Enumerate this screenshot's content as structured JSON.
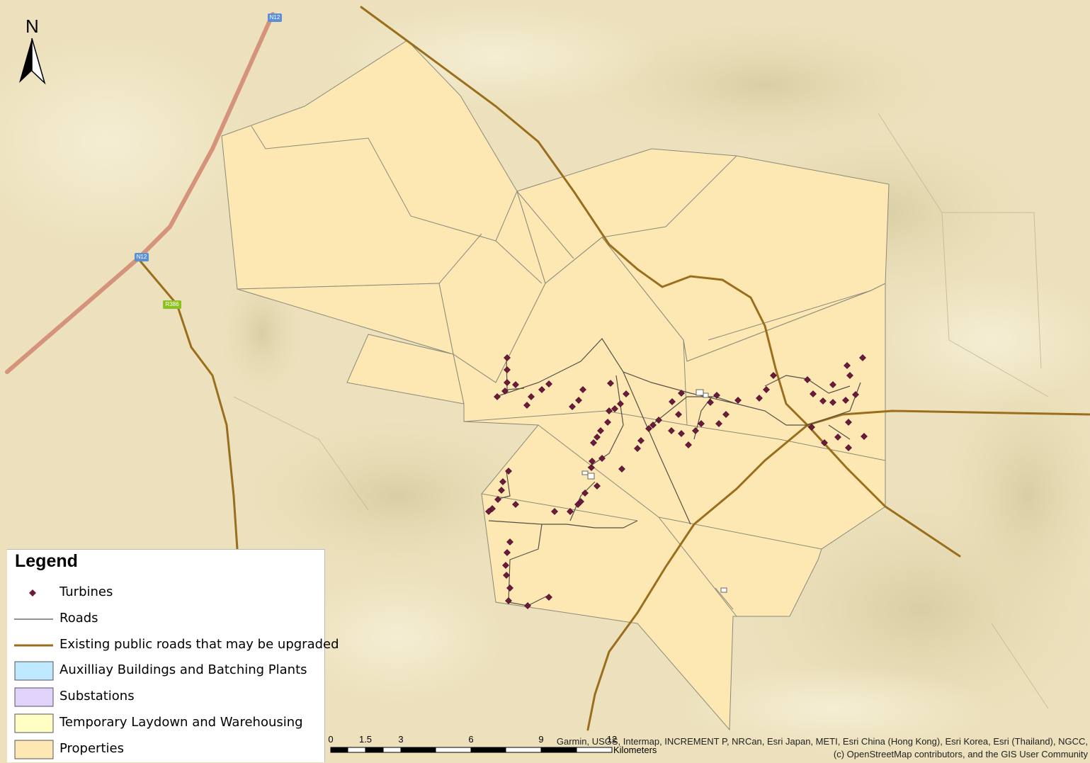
{
  "map": {
    "north_label": "N",
    "colors": {
      "basemap": "#ece1bc",
      "property_fill": "#fde8b4",
      "property_stroke": "#8a8a7a",
      "road": "#555046",
      "public_road": "#9a6e1c",
      "national_road": "#d4937a",
      "turbine": "#6e1a3c",
      "shield_blue": "#5b8fd6",
      "shield_green": "#8cc21f"
    },
    "road_shields": [
      {
        "label": "N12"
      },
      {
        "label": "N12"
      },
      {
        "label": "R386"
      }
    ]
  },
  "legend": {
    "title": "Legend",
    "items": [
      {
        "label": "Turbines",
        "symbol": "diamond-point",
        "color": "#6e1a3c"
      },
      {
        "label": "Roads",
        "symbol": "line",
        "color": "#555046"
      },
      {
        "label": "Existing public roads that may be upgraded",
        "symbol": "line",
        "color": "#9a6e1c"
      },
      {
        "label": "Auxilliay Buildings and Batching Plants",
        "symbol": "box",
        "color": "#bee8ff"
      },
      {
        "label": "Substations",
        "symbol": "box",
        "color": "#e1d3fa"
      },
      {
        "label": "Temporary Laydown and Warehousing",
        "symbol": "box",
        "color": "#ffffc4"
      },
      {
        "label": "Properties",
        "symbol": "box",
        "color": "#fde8b4"
      }
    ]
  },
  "scale_bar": {
    "ticks": [
      "0",
      "1.5",
      "3",
      "6",
      "9",
      "12"
    ],
    "unit": "Kilometers"
  },
  "credits": "Garmin, USGS, Intermap, INCREMENT P, NRCan, Esri Japan, METI, Esri China (Hong Kong), Esri Korea, Esri (Thailand), NGCC, (c) OpenStreetMap contributors, and the GIS User Community"
}
